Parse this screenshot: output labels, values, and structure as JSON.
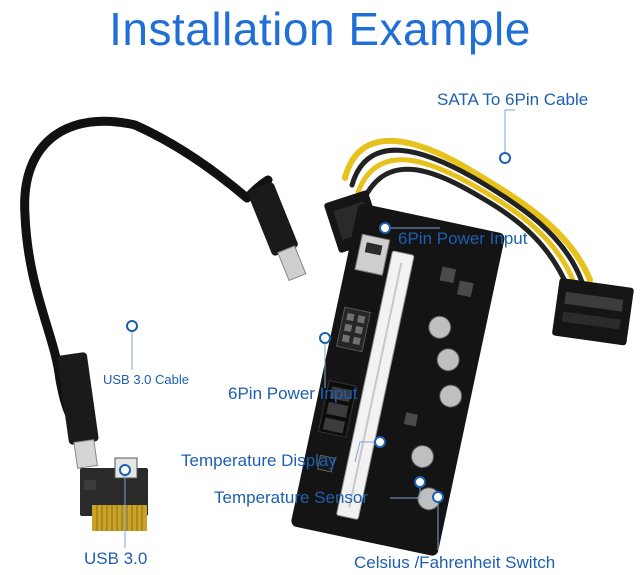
{
  "title": "Installation Example",
  "callouts": {
    "sata_cable": "SATA To 6Pin Cable",
    "power_input_top": "6Pin Power Input",
    "usb_cable": "USB 3.0 Cable",
    "power_input_board": "6Pin Power Input",
    "temperature_display": "Temperature Display",
    "temperature_sensor": "Temperature Sensor",
    "usb_3": "USB 3.0",
    "celsius_switch": "Celsius /Fahrenheit Switch"
  },
  "colors": {
    "accent": "#1f6fd6",
    "callout_line": "#7fa3cf",
    "pcb": "#141414",
    "sata_wire": "#e8c21c",
    "adapter_gold": "#c9a227"
  }
}
